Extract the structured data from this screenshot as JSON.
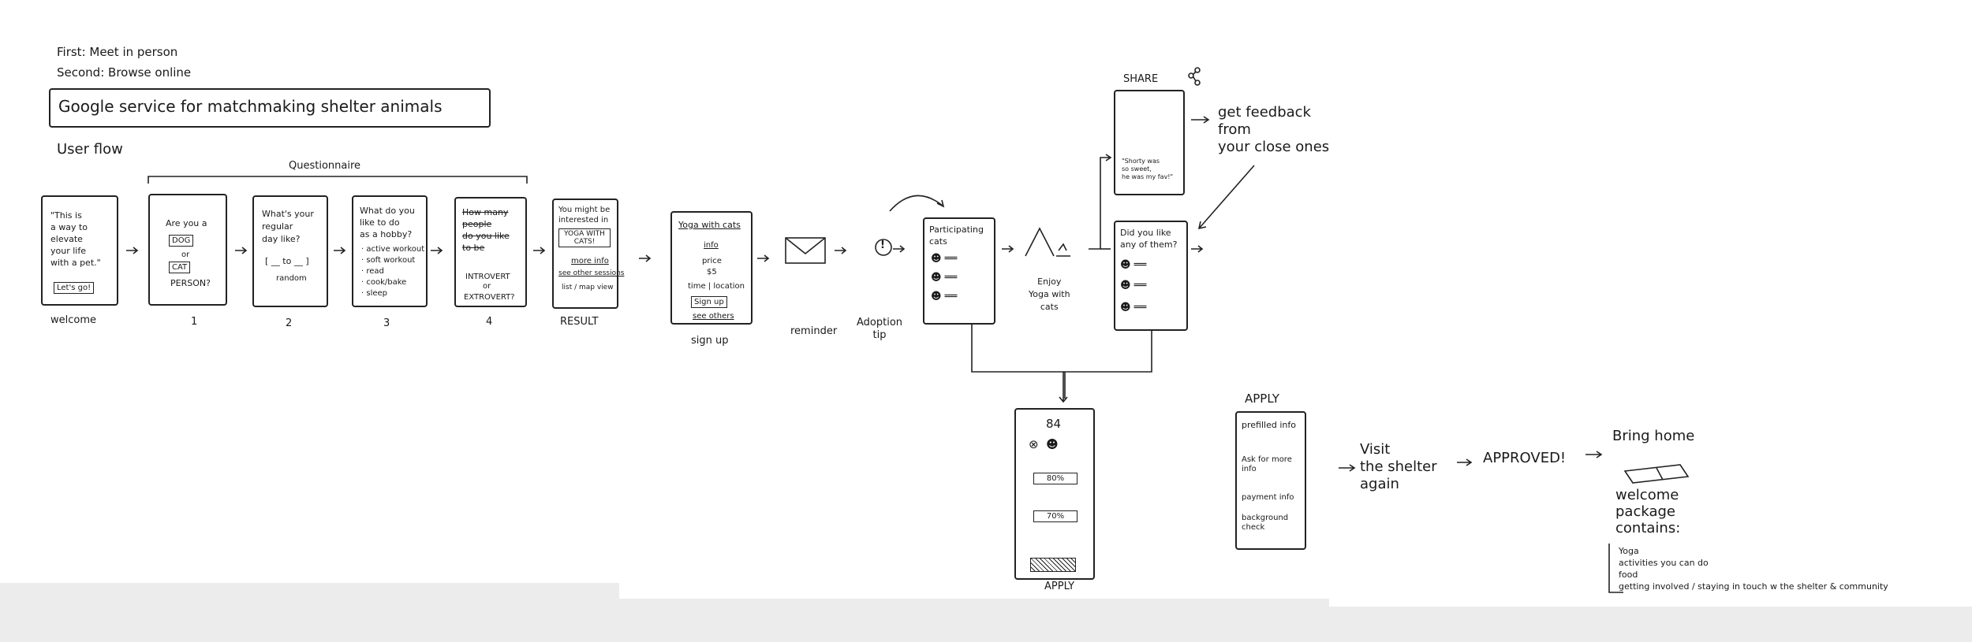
{
  "header": {
    "first": "First: Meet in person",
    "second": "Second: Browse online",
    "title": "Google service for matchmaking shelter animals",
    "user_flow": "User flow",
    "questionnaire": "Questionnaire"
  },
  "welcome": {
    "text_lines": [
      "\"This is",
      "a way to",
      "elevate",
      "your life",
      "with a pet.\""
    ],
    "button": "Let's go!",
    "caption": "welcome"
  },
  "q1": {
    "lines": [
      "Are you a"
    ],
    "dog": "DOG",
    "or": "or",
    "cat": "CAT",
    "person": "PERSON?",
    "caption": "1"
  },
  "q2": {
    "lines": [
      "What's your",
      "regular",
      "day like?"
    ],
    "blank": "[ __ to __ ]",
    "random": "random",
    "caption": "2"
  },
  "q3": {
    "lines": [
      "What do you",
      "like to do",
      "as a hobby?"
    ],
    "options": [
      "· active workout",
      "· soft workout",
      "· read",
      "· cook/bake",
      "· sleep"
    ],
    "caption": "3"
  },
  "q4": {
    "lines": [
      "How many",
      "people",
      "do you like",
      "to be"
    ],
    "introvert": "INTROVERT",
    "or": "or",
    "extrovert": "EXTROVERT?",
    "caption": "4"
  },
  "result": {
    "lines": [
      "You might be",
      "interested in"
    ],
    "yoga": "YOGA WITH CATS!",
    "more_info": "more info",
    "see_other": "see other sessions",
    "list_view": "list / map view",
    "caption": "RESULT"
  },
  "signup": {
    "title": "Yoga with cats",
    "info": "info",
    "price_label": "price",
    "price": "$5",
    "time_location": "time | location",
    "button": "Sign up",
    "see_others": "see others",
    "caption": "sign up"
  },
  "reminder": {
    "caption": "reminder"
  },
  "adoption_tip": {
    "icon": "!",
    "caption_lines": [
      "Adoption",
      "tip"
    ]
  },
  "participating": {
    "title_lines": [
      "Participating",
      "cats"
    ],
    "caption_lines": [
      "Enjoy",
      "Yoga with",
      "cats"
    ]
  },
  "share": {
    "label": "SHARE",
    "quote_lines": [
      "\"Shorty was",
      "so sweet,",
      "he was my fav!\""
    ],
    "feedback_lines": [
      "get feedback",
      "from",
      "your close ones"
    ]
  },
  "didyoulike": {
    "lines": [
      "Did you like",
      "any of them?"
    ]
  },
  "profile": {
    "number": "84",
    "pct1": "80%",
    "pct2": "70%",
    "apply": "APPLY"
  },
  "apply": {
    "title": "APPLY",
    "items": [
      "prefilled info",
      "Ask for more info",
      "payment info",
      "background check"
    ]
  },
  "visit": {
    "lines": [
      "Visit",
      "the shelter",
      "again"
    ]
  },
  "approved": "APPROVED!",
  "bring_home": "Bring home",
  "welcome_pkg": {
    "lines": [
      "welcome",
      "package",
      "contains:"
    ],
    "items": [
      "Yoga",
      "activities you can do",
      "food",
      "getting involved / staying in touch w the shelter & community"
    ]
  },
  "colors": {
    "ink": "#1a1a1a",
    "paper": "#ffffff",
    "wall": "#ececec"
  }
}
